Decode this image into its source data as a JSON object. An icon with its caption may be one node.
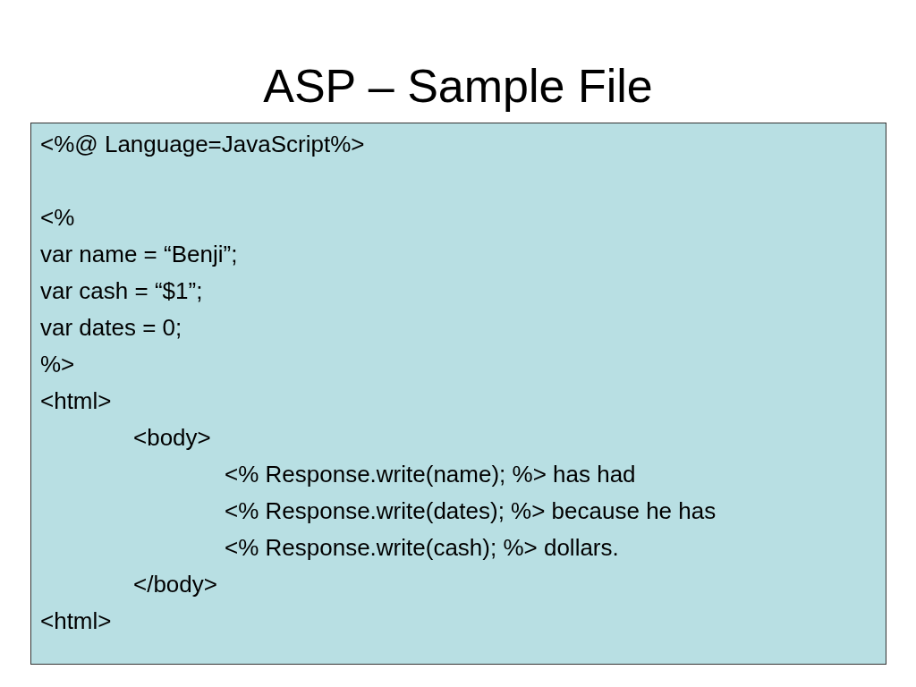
{
  "diagram": {
    "title": "ASP – Sample File",
    "nodes": [
      {
        "text": [
          "<%@ Language=JavaScript%>",
          "<%",
          "var name = “Benji”;",
          "var cash = “$1”;",
          "var dates = 0;",
          "%>",
          "<html>",
          "<body>",
          "<% Response.write(name); %> has had",
          "<% Response.write(dates); %> because he has",
          "<% Response.write(cash); %> dollars.",
          "</body>",
          "<html>"
        ]
      }
    ]
  }
}
